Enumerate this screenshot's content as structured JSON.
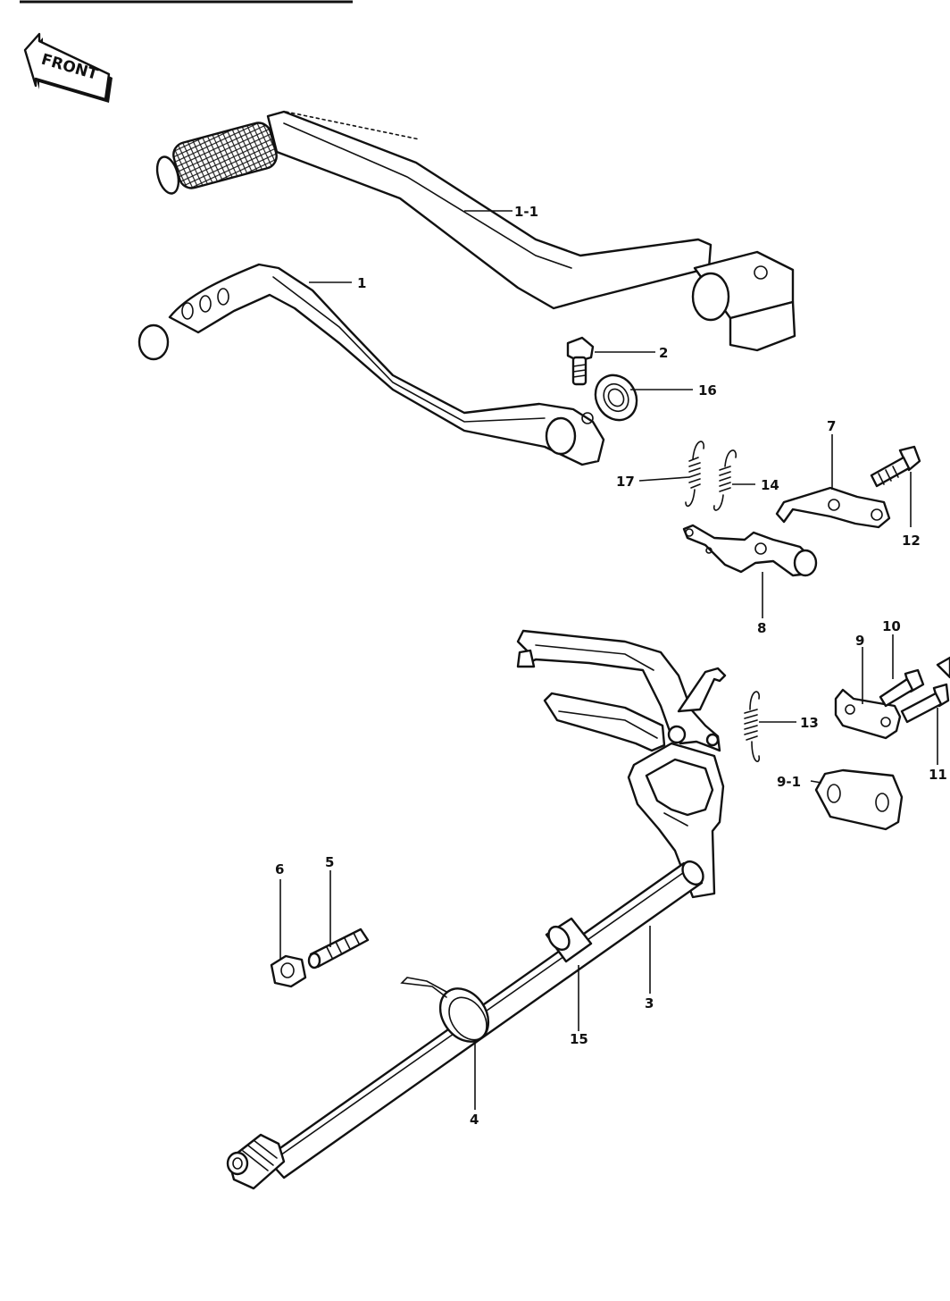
{
  "direction_badge": {
    "text": "FRONT"
  },
  "callouts": [
    {
      "id": "label-1-1",
      "text": "1-1"
    },
    {
      "id": "label-1",
      "text": "1"
    },
    {
      "id": "label-2",
      "text": "2"
    },
    {
      "id": "label-16",
      "text": "16"
    },
    {
      "id": "label-7",
      "text": "7"
    },
    {
      "id": "label-17",
      "text": "17"
    },
    {
      "id": "label-14",
      "text": "14"
    },
    {
      "id": "label-12",
      "text": "12"
    },
    {
      "id": "label-8",
      "text": "8"
    },
    {
      "id": "label-9",
      "text": "9"
    },
    {
      "id": "label-10",
      "text": "10"
    },
    {
      "id": "label-13",
      "text": "13"
    },
    {
      "id": "label-11",
      "text": "11"
    },
    {
      "id": "label-9-1",
      "text": "9-1"
    },
    {
      "id": "label-6",
      "text": "6"
    },
    {
      "id": "label-5",
      "text": "5"
    },
    {
      "id": "label-3",
      "text": "3"
    },
    {
      "id": "label-15",
      "text": "15"
    },
    {
      "id": "label-4",
      "text": "4"
    }
  ],
  "colors": {
    "line": "#111111",
    "background": "#ffffff"
  }
}
